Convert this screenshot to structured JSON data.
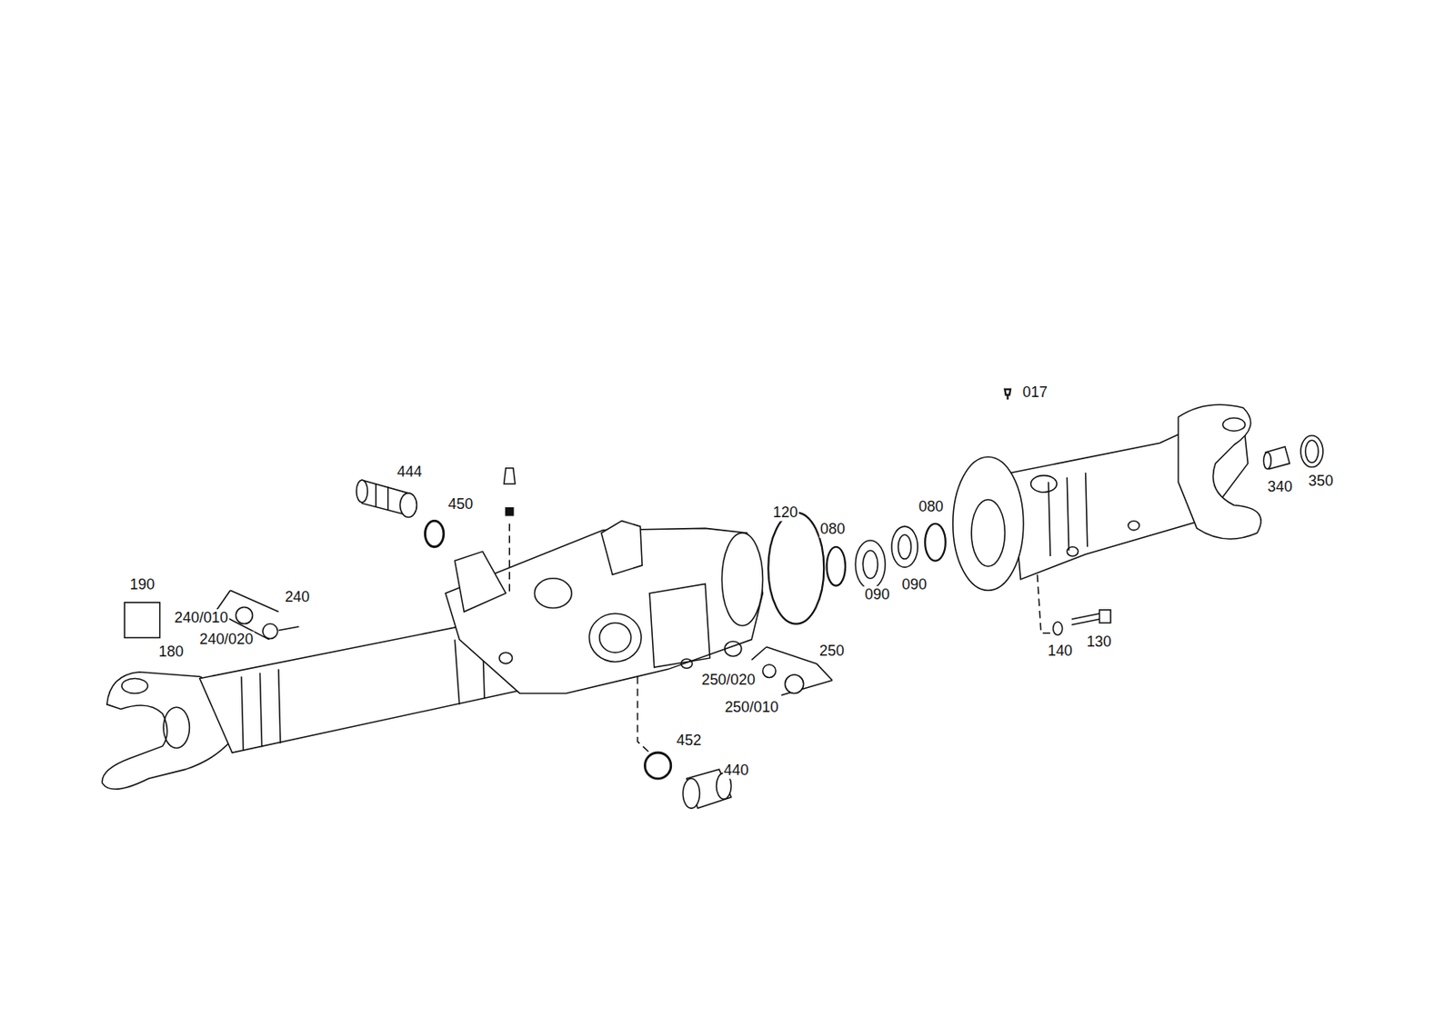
{
  "diagram": {
    "labels": [
      "017",
      "444",
      "450",
      "120",
      "080",
      "080",
      "090",
      "090",
      "340",
      "350",
      "190",
      "240",
      "240/010",
      "240/020",
      "180",
      "250",
      "250/020",
      "250/010",
      "140",
      "130",
      "452",
      "440"
    ]
  }
}
